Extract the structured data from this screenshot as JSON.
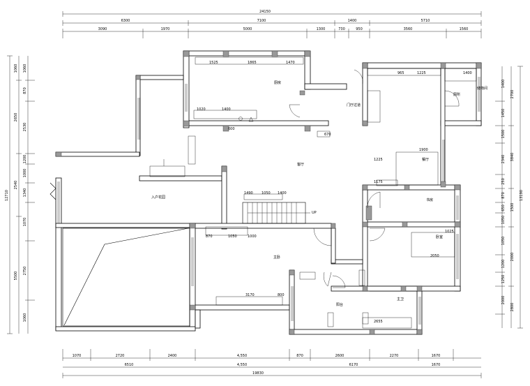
{
  "dimensions": {
    "top_total": "24150",
    "top_row2": [
      "6300",
      "7100",
      "1400",
      "5710"
    ],
    "top_row3": [
      "3090",
      "1970",
      "5000",
      "1300",
      "730",
      "950",
      "3560",
      "1560"
    ],
    "bottom_row1": [
      "1070",
      "2720",
      "2400",
      "4,550",
      "870",
      "2600",
      "2270",
      "1670"
    ],
    "bottom_row2": [
      "6510",
      "4,550",
      "6170",
      "1670"
    ],
    "bottom_total": "19830",
    "left_outer": "12710",
    "left_mid": [
      "1060",
      "2650",
      "2540",
      "5500"
    ],
    "left_inner": [
      "1060",
      "870",
      "2530",
      "1200",
      "1000",
      "1340",
      "1070",
      "2750",
      "1060"
    ],
    "right_outer": "13190",
    "right_mid": [
      "2700",
      "3840",
      "1500",
      "2000",
      "2800"
    ],
    "right_inner": [
      "1400",
      "1450",
      "1500",
      "2340",
      "250",
      "870",
      "650",
      "1050",
      "1050",
      "1200",
      "1250",
      "2000"
    ]
  },
  "rooms": {
    "kitchen": "厨房",
    "hall": "门厅过道",
    "laundry": "厕所",
    "storage": "储物间",
    "living": "客厅",
    "entry": "入户花园",
    "study": "书房",
    "bedroom": "卧室",
    "dining": "餐厅",
    "bath": "主卫",
    "master": "主卧",
    "balcony": "阳台"
  },
  "notes": {
    "stair_up": "UP",
    "inner_dims": [
      "1525",
      "1865",
      "1470",
      "1020",
      "1400",
      "600",
      "965",
      "1225",
      "1400",
      "1900",
      "1175",
      "1025",
      "670",
      "2050",
      "1050",
      "1400",
      "3170",
      "800",
      "870",
      "1050",
      "2655",
      "1490",
      "1000",
      "1225"
    ]
  }
}
